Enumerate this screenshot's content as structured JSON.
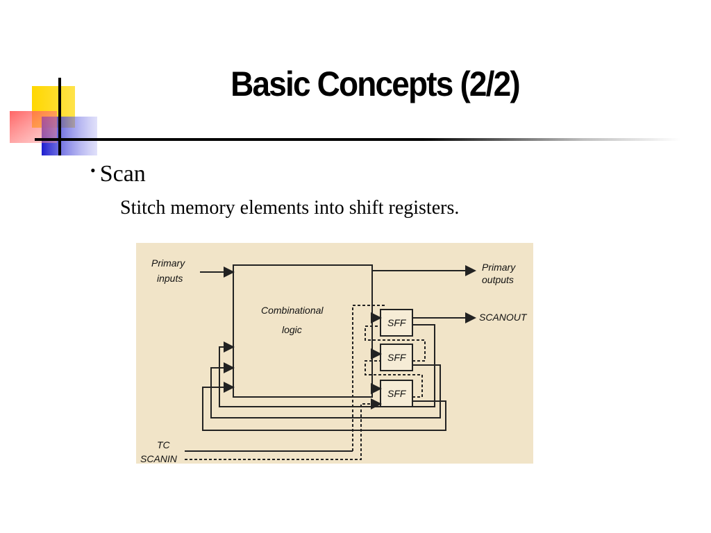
{
  "slide": {
    "title": "Basic Concepts (2/2)",
    "bullet": "Scan",
    "subtext": "Stitch memory elements into shift registers."
  },
  "figure": {
    "primary_inputs": [
      "Primary",
      "inputs"
    ],
    "primary_outputs": [
      "Primary",
      "outputs"
    ],
    "comb_logic": [
      "Combinational",
      "logic"
    ],
    "sff_labels": [
      "SFF",
      "SFF",
      "SFF"
    ],
    "scanout": "SCANOUT",
    "tc": "TC",
    "scanin": "SCANIN"
  },
  "colors": {
    "deco_yellow": "#ffd700",
    "deco_red": "#ff3a3a",
    "deco_blue": "#2a2ad8",
    "figure_bg": "#f1e4c8"
  }
}
